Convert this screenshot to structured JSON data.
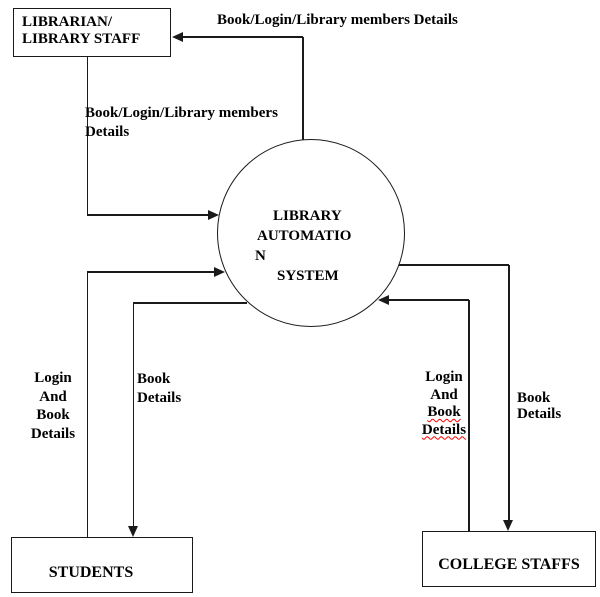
{
  "entities": {
    "librarian": {
      "line1": "LIBRARIAN/",
      "line2": "LIBRARY STAFF"
    },
    "students": {
      "label": "STUDENTS"
    },
    "college_staffs": {
      "label": "COLLEGE STAFFS"
    }
  },
  "process": {
    "line1": "LIBRARY",
    "line2": "AUTOMATIO",
    "line3": "N",
    "line4": "SYSTEM"
  },
  "flows": {
    "system_to_librarian": {
      "label": "Book/Login/Library members Details"
    },
    "librarian_to_system": {
      "line1": "Book/Login/Library members",
      "line2": "Details"
    },
    "students_to_system": {
      "line1": "Login",
      "line2": "And",
      "line3": "Book",
      "line4": "Details"
    },
    "system_to_students": {
      "line1": "Book",
      "line2": "Details"
    },
    "staffs_to_system": {
      "line1": "Login",
      "line2": "And",
      "line3": "Book",
      "line4": "Details"
    },
    "system_to_staffs": {
      "line1": "Book",
      "line2": "Details"
    }
  },
  "colors": {
    "line": "#1a1a1a",
    "text": "#000000",
    "background": "#ffffff",
    "spellcheck_squiggle": "#ff0000"
  }
}
